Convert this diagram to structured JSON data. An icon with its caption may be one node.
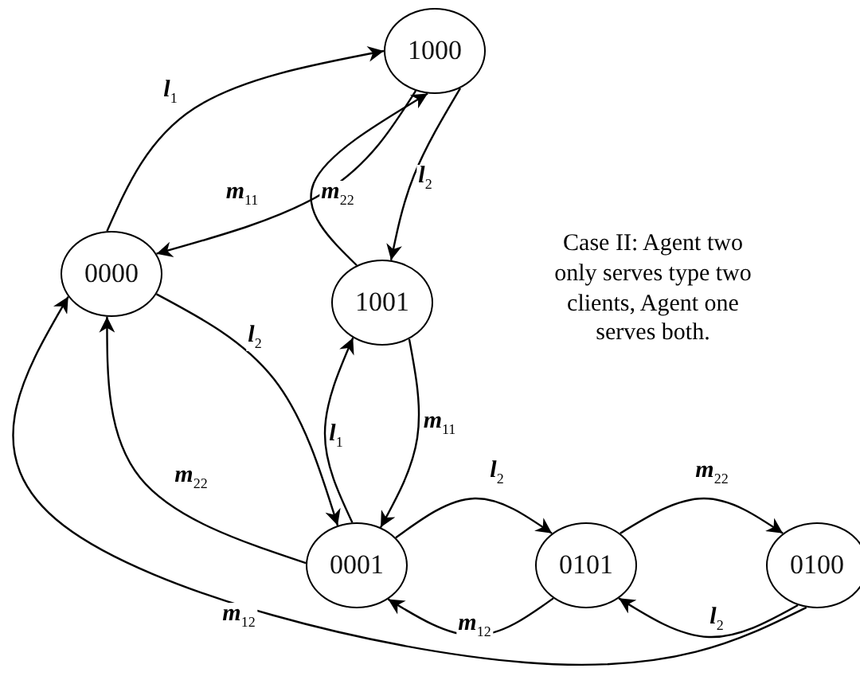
{
  "diagram": {
    "nodes": [
      {
        "text": [
          "1000"
        ]
      },
      {
        "text": [
          "0000"
        ]
      },
      {
        "text": [
          "1001"
        ]
      },
      {
        "text": [
          "0001"
        ]
      },
      {
        "text": [
          "0101"
        ]
      },
      {
        "text": [
          "0100"
        ]
      }
    ],
    "edges": [
      {
        "from": 1,
        "to": 0,
        "arrow": "to",
        "label": "l$_{1}$"
      },
      {
        "from": 0,
        "to": 1,
        "arrow": "to",
        "label": "m$_{11}$"
      },
      {
        "from": 0,
        "to": 2,
        "arrow": "to",
        "label": "l$_{2}$"
      },
      {
        "from": 2,
        "to": 0,
        "arrow": "to",
        "label": "m$_{22}$"
      },
      {
        "from": 1,
        "to": 3,
        "arrow": "to",
        "label": "l$_{2}$"
      },
      {
        "from": 3,
        "to": 1,
        "arrow": "to",
        "label": "m$_{22}$"
      },
      {
        "from": 3,
        "to": 2,
        "arrow": "to",
        "label": "l$_{1}$"
      },
      {
        "from": 2,
        "to": 3,
        "arrow": "to",
        "label": "m$_{11}$"
      },
      {
        "from": 3,
        "to": 4,
        "arrow": "to",
        "label": "l$_{2}$"
      },
      {
        "from": 4,
        "to": 3,
        "arrow": "to",
        "label": "m$_{12}$"
      },
      {
        "from": 4,
        "to": 5,
        "arrow": "to",
        "label": "m$_{22}$"
      },
      {
        "from": 5,
        "to": 4,
        "arrow": "to",
        "label": "l$_{2}$"
      },
      {
        "from": 5,
        "to": 1,
        "arrow": "to",
        "label": "m$_{12}$"
      }
    ],
    "labels": [
      "Case II: Agent two only serves type two clients, Agent one serves both."
    ]
  }
}
